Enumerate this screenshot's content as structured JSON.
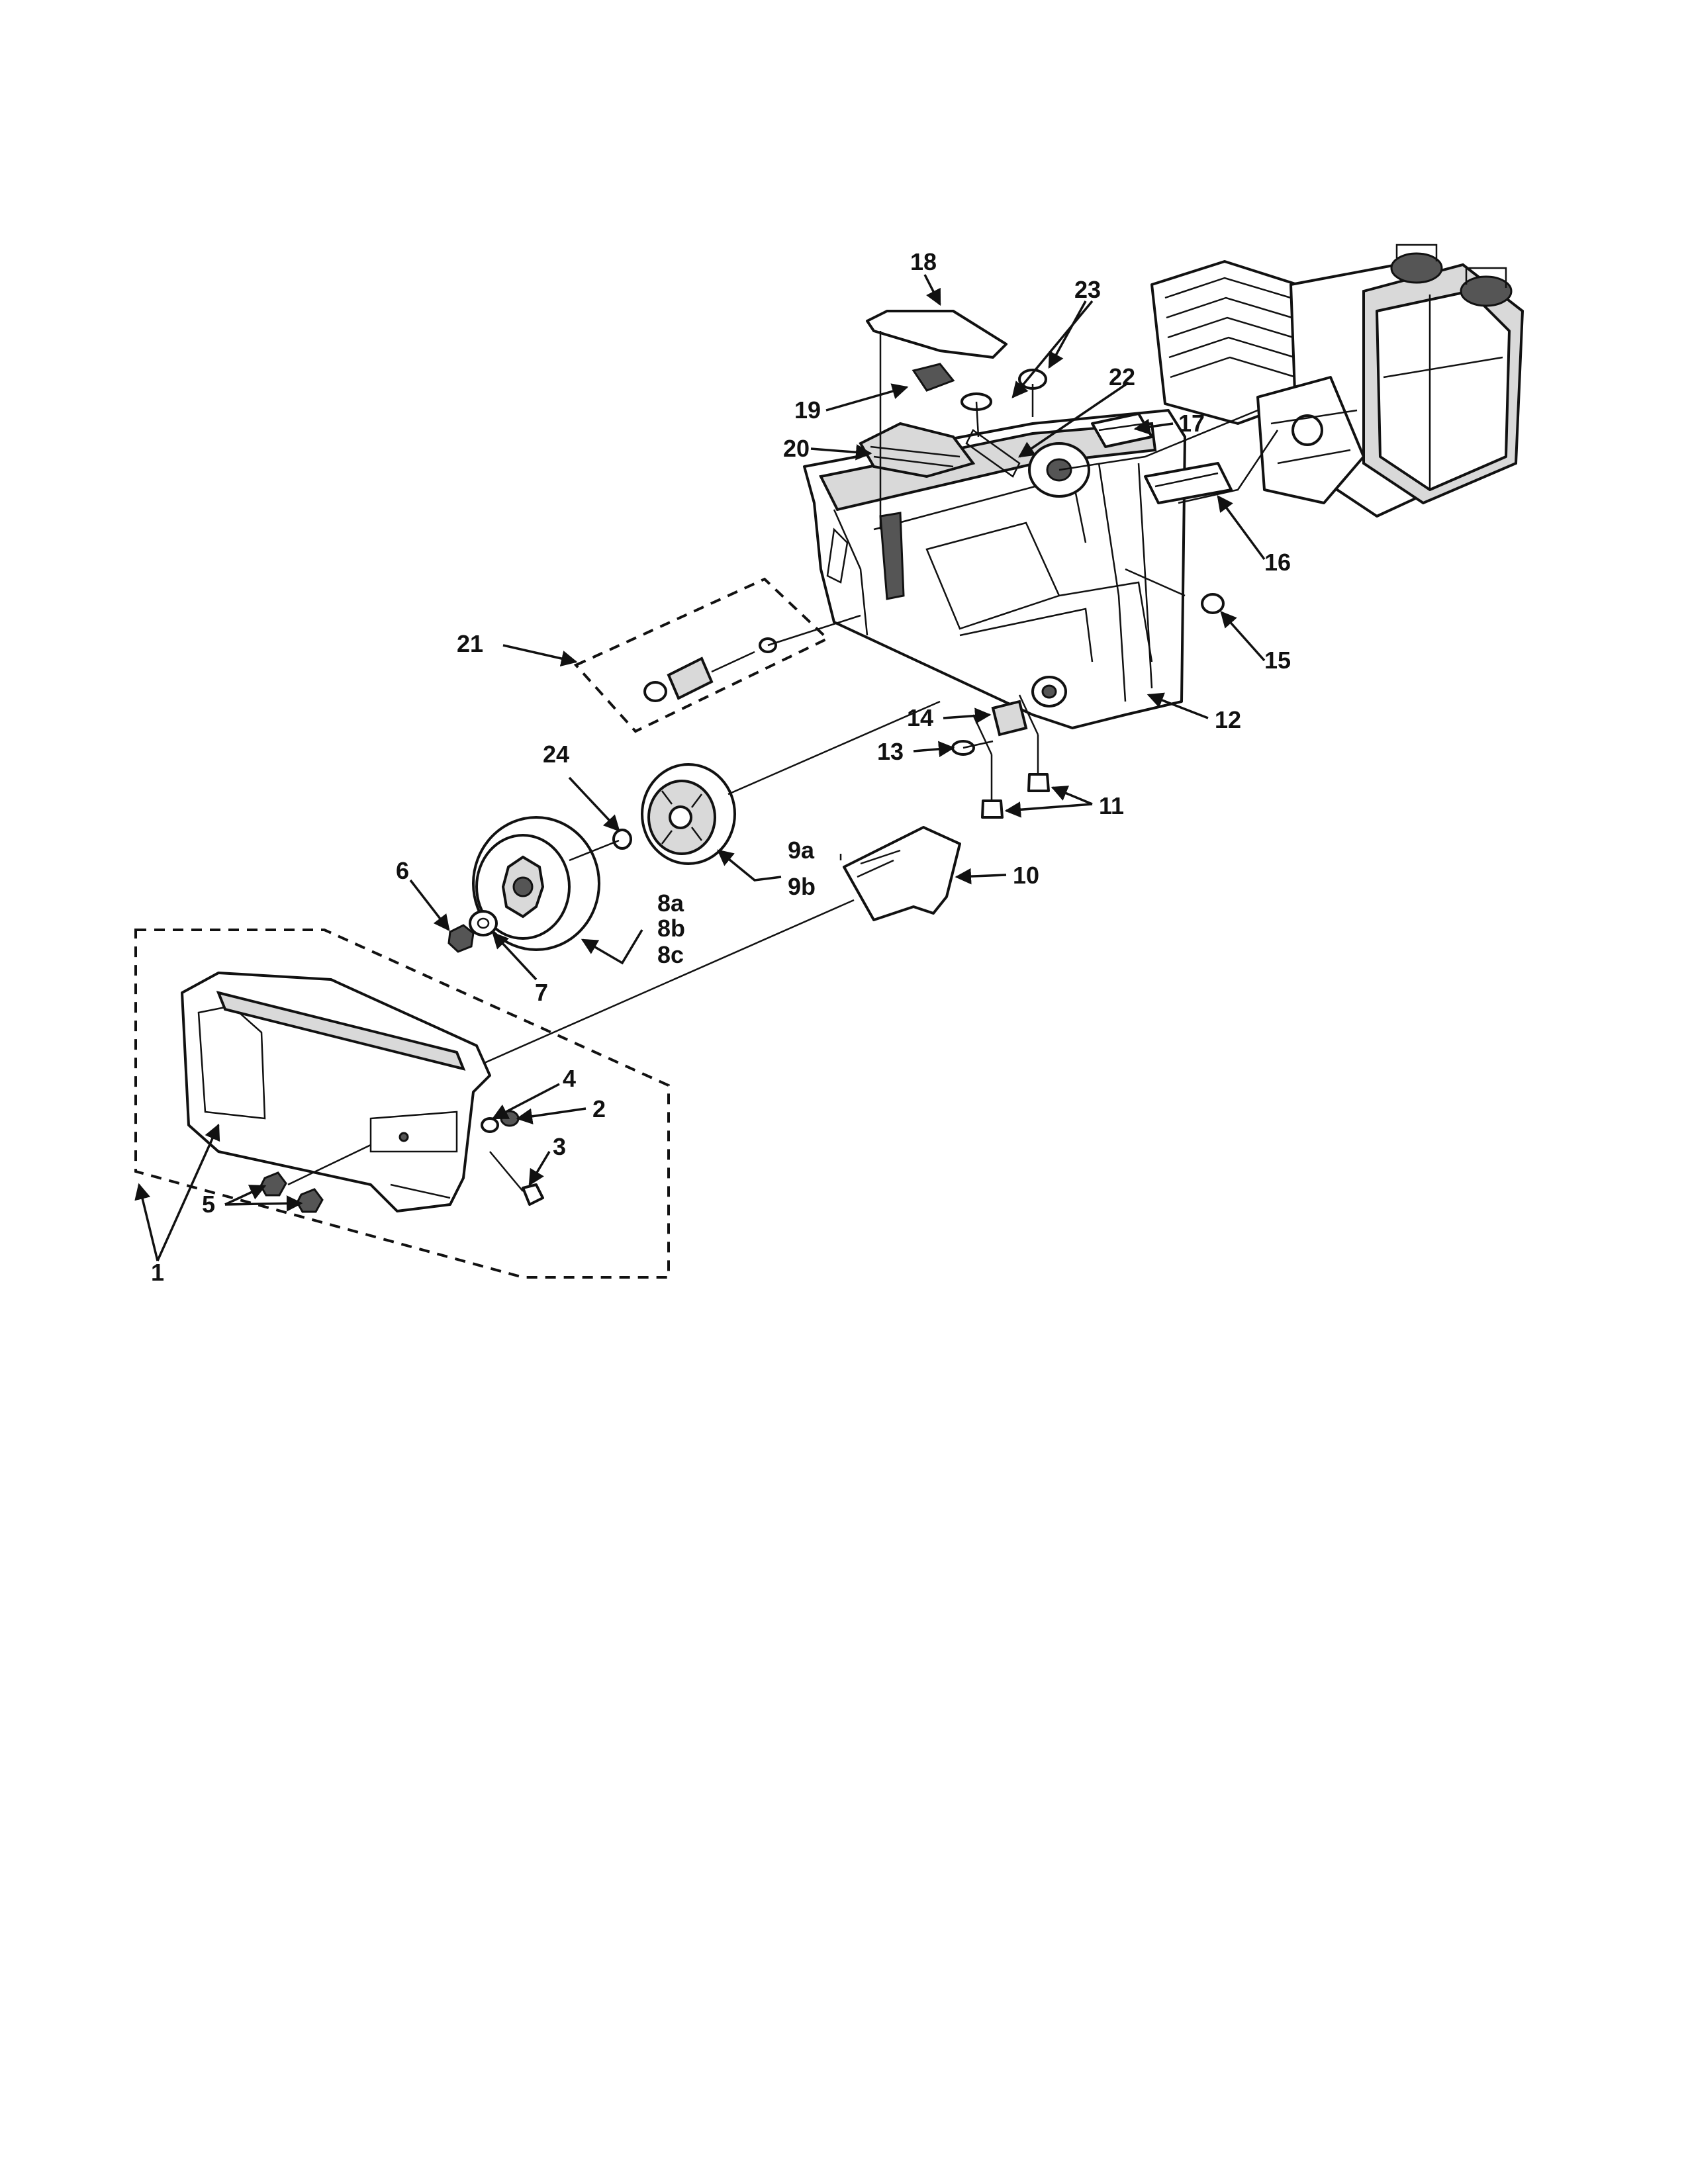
{
  "diagram": {
    "callouts": [
      {
        "id": "c1",
        "text": "1"
      },
      {
        "id": "c2",
        "text": "2"
      },
      {
        "id": "c3",
        "text": "3"
      },
      {
        "id": "c4",
        "text": "4"
      },
      {
        "id": "c5",
        "text": "5"
      },
      {
        "id": "c6",
        "text": "6"
      },
      {
        "id": "c7",
        "text": "7"
      },
      {
        "id": "c8a",
        "text": "8a"
      },
      {
        "id": "c8b",
        "text": "8b"
      },
      {
        "id": "c8c",
        "text": "8c"
      },
      {
        "id": "c9a",
        "text": "9a"
      },
      {
        "id": "c9b",
        "text": "9b"
      },
      {
        "id": "c10",
        "text": "10"
      },
      {
        "id": "c11",
        "text": "11"
      },
      {
        "id": "c12",
        "text": "12"
      },
      {
        "id": "c13",
        "text": "13"
      },
      {
        "id": "c14",
        "text": "14"
      },
      {
        "id": "c15",
        "text": "15"
      },
      {
        "id": "c16",
        "text": "16"
      },
      {
        "id": "c17",
        "text": "17"
      },
      {
        "id": "c18",
        "text": "18"
      },
      {
        "id": "c19",
        "text": "19"
      },
      {
        "id": "c20",
        "text": "20"
      },
      {
        "id": "c21",
        "text": "21"
      },
      {
        "id": "c22",
        "text": "22"
      },
      {
        "id": "c23",
        "text": "23"
      },
      {
        "id": "c24",
        "text": "24"
      }
    ]
  }
}
